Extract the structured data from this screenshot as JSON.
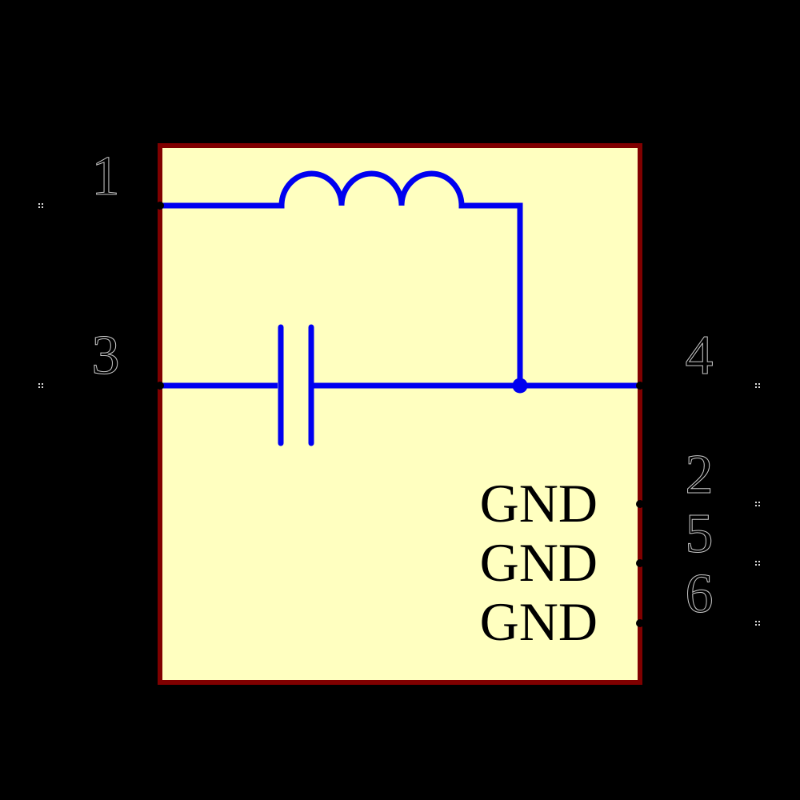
{
  "canvas": {
    "background": "#000000",
    "kind": "schematic-symbol"
  },
  "colors": {
    "background": "#000000",
    "body_fill": "#FFFFC0",
    "body_border": "#800000",
    "wire": "#0000F0",
    "junction": "#0000F0",
    "pin_number_outline": "#C8C8C8",
    "pin_end_marker": "#D8D8D8",
    "pin_label": "#000000",
    "pin_connection_dot": "#000000"
  },
  "symbol": {
    "shapes": [
      "inductor-symbol",
      "capacitor-symbol",
      "junction-dot"
    ],
    "pins": [
      {
        "number": "1",
        "side": "left",
        "label": ""
      },
      {
        "number": "3",
        "side": "left",
        "label": ""
      },
      {
        "number": "4",
        "side": "right",
        "label": ""
      },
      {
        "number": "2",
        "side": "right",
        "label": "GND"
      },
      {
        "number": "5",
        "side": "right",
        "label": "GND"
      },
      {
        "number": "6",
        "side": "right",
        "label": "GND"
      }
    ]
  }
}
